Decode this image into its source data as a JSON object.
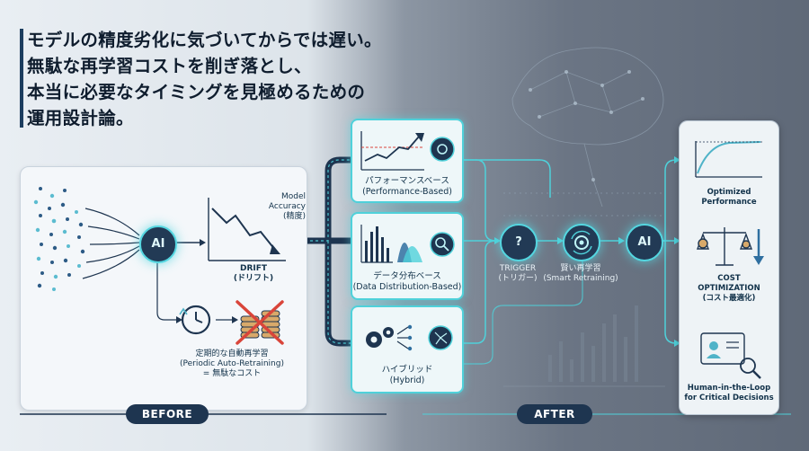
{
  "headline": {
    "line1": "モデルの精度劣化に気づいてからでは遅い。",
    "line2": "無駄な再学習コストを削ぎ落とし、",
    "line3": "本当に必要なタイミングを見極めるための",
    "line4": "運用設計論。"
  },
  "before": {
    "ai_label": "AI",
    "accuracy_label_en": "Model\nAccuracy",
    "accuracy_label_jp": "(精度)",
    "drift_en": "DRIFT",
    "drift_jp": "(ドリフト)",
    "periodic_jp": "定期的な自動再学習",
    "periodic_en": "(Periodic Auto-Retraining)",
    "periodic_cost": "= 無駄なコスト",
    "pill": "BEFORE"
  },
  "strategies": [
    {
      "jp": "パフォーマンスベース",
      "en": "(Performance-Based)"
    },
    {
      "jp": "データ分布ベース",
      "en": "(Data Distribution-Based)"
    },
    {
      "jp": "ハイブリッド",
      "en": "(Hybrid)"
    }
  ],
  "trigger": {
    "en": "TRIGGER",
    "jp": "(トリガー)",
    "icon": "?"
  },
  "smart": {
    "jp": "賢い再学習",
    "en": "(Smart Retraining)"
  },
  "after_ai_label": "AI",
  "outcomes": [
    {
      "line1": "Optimized",
      "line2": "Performance"
    },
    {
      "line1": "COST",
      "line2": "OPTIMIZATION",
      "line3": "(コスト最適化)"
    },
    {
      "line1": "Human-in-the-Loop",
      "line2": "for Critical Decisions"
    }
  ],
  "after_pill": "AFTER",
  "colors": {
    "accent": "#4fd1da",
    "navy": "#1e3550",
    "red": "#d9453a"
  }
}
